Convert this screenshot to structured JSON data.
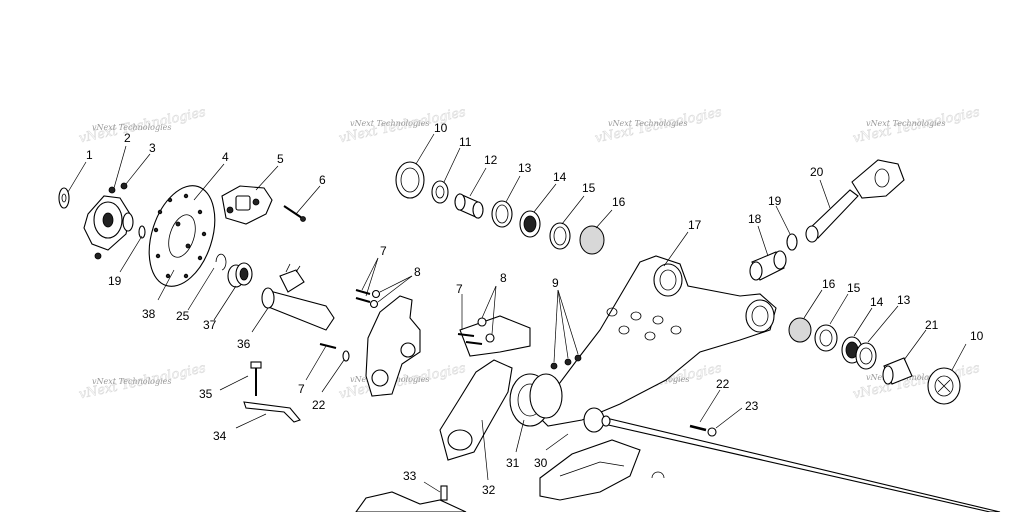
{
  "watermark": "vNext Technologies",
  "watermarks": [
    {
      "id": "wm-1"
    },
    {
      "id": "wm-2"
    },
    {
      "id": "wm-3"
    },
    {
      "id": "wm-4"
    },
    {
      "id": "wm-5"
    },
    {
      "id": "wm-6"
    },
    {
      "id": "wm-7"
    },
    {
      "id": "wm-8"
    }
  ],
  "callouts": {
    "c1": "1",
    "c2": "2",
    "c3": "3",
    "c4": "4",
    "c5": "5",
    "c6": "6",
    "c7a": "7",
    "c7b": "7",
    "c7c": "7",
    "c8a": "8",
    "c8b": "8",
    "c9": "9",
    "c10a": "10",
    "c10b": "10",
    "c11": "11",
    "c12": "12",
    "c13a": "13",
    "c13b": "13",
    "c14a": "14",
    "c14b": "14",
    "c15a": "15",
    "c15b": "15",
    "c16a": "16",
    "c16b": "16",
    "c17": "17",
    "c18": "18",
    "c19a": "19",
    "c19b": "19",
    "c20": "20",
    "c21": "21",
    "c22a": "22",
    "c22b": "22",
    "c23": "23",
    "c25": "25",
    "c30": "30",
    "c31": "31",
    "c32": "32",
    "c33": "33",
    "c34": "34",
    "c35": "35",
    "c36": "36",
    "c37": "37",
    "c38": "38"
  }
}
